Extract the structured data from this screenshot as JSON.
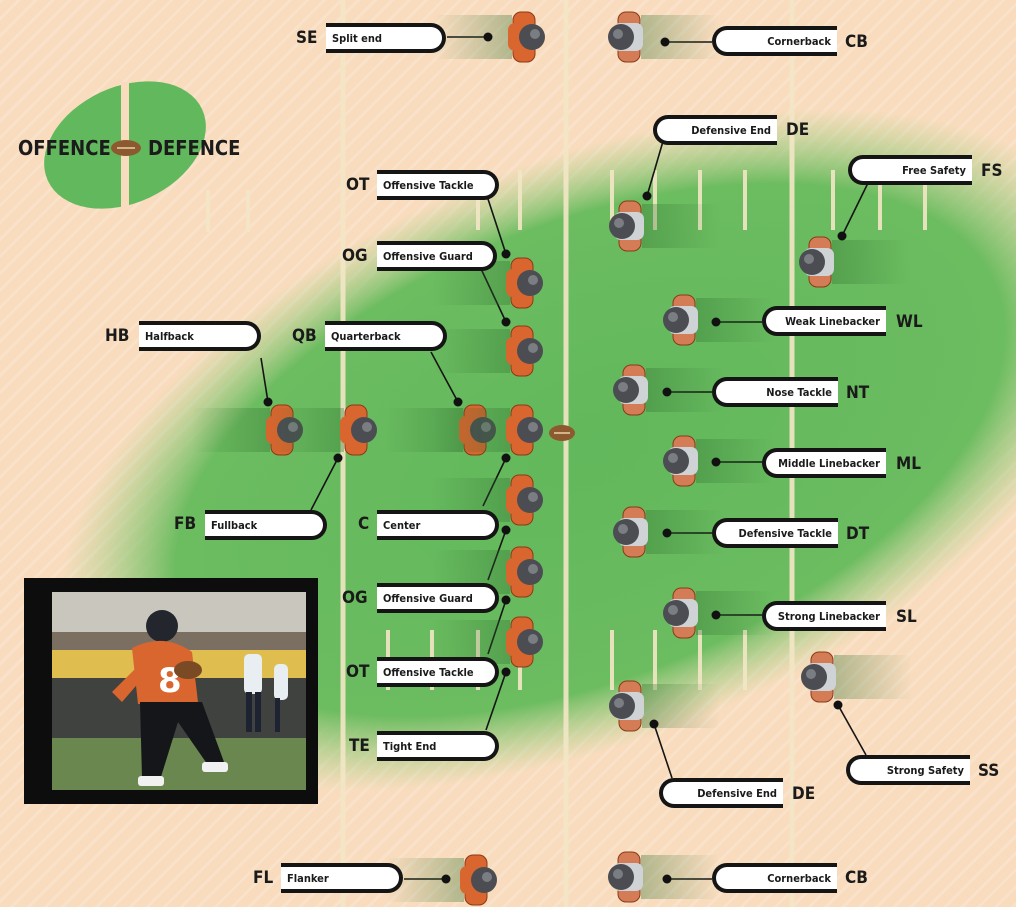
{
  "logo": {
    "left": "OFFENCE",
    "right": "DEFENCE"
  },
  "colors": {
    "field": "#62b85c",
    "offense_helmet": "#d9652f",
    "defense_helmet": "#4b4d52",
    "ball": "#8c5a2e",
    "background": "#f8dcbd"
  },
  "offense": [
    {
      "abbr": "SE",
      "name": "Split end"
    },
    {
      "abbr": "OT",
      "name": "Offensive Tackle"
    },
    {
      "abbr": "OG",
      "name": "Offensive Guard"
    },
    {
      "abbr": "HB",
      "name": "Halfback"
    },
    {
      "abbr": "QB",
      "name": "Quarterback"
    },
    {
      "abbr": "FB",
      "name": "Fullback"
    },
    {
      "abbr": "C",
      "name": "Center"
    },
    {
      "abbr": "OG",
      "name": "Offensive Guard"
    },
    {
      "abbr": "OT",
      "name": "Offensive Tackle"
    },
    {
      "abbr": "TE",
      "name": "Tight End"
    },
    {
      "abbr": "FL",
      "name": "Flanker"
    }
  ],
  "defense": [
    {
      "abbr": "CB",
      "name": "Cornerback"
    },
    {
      "abbr": "DE",
      "name": "Defensive End"
    },
    {
      "abbr": "FS",
      "name": "Free Safety"
    },
    {
      "abbr": "WL",
      "name": "Weak Linebacker"
    },
    {
      "abbr": "NT",
      "name": "Nose Tackle"
    },
    {
      "abbr": "ML",
      "name": "Middle Linebacker"
    },
    {
      "abbr": "DT",
      "name": "Defensive Tackle"
    },
    {
      "abbr": "SL",
      "name": "Strong Linebacker"
    },
    {
      "abbr": "SS",
      "name": "Strong Safety"
    },
    {
      "abbr": "DE",
      "name": "Defensive End"
    },
    {
      "abbr": "CB",
      "name": "Cornerback"
    }
  ],
  "photo": {
    "jersey_number": "8",
    "subject": "football player running with ball"
  }
}
